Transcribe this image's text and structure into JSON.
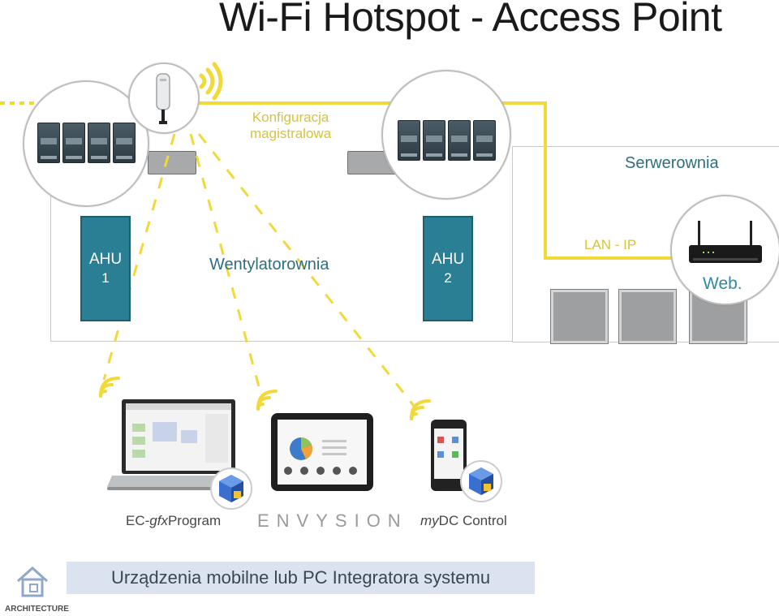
{
  "title": "Wi-Fi Hotspot - Access Point",
  "labels": {
    "bus_config_line1": "Konfiguracja",
    "bus_config_line2": "magistralowa",
    "server_room": "Serwerownia",
    "ventilation_room": "Wentylatorownia",
    "lan_ip": "LAN - IP",
    "web": "Web."
  },
  "ahu_units": [
    {
      "line1": "AHU",
      "line2": "1"
    },
    {
      "line1": "AHU",
      "line2": "2"
    }
  ],
  "devices": {
    "laptop_caption_prefix": "EC-",
    "laptop_caption_italic": "gfx",
    "laptop_caption_suffix": "Program",
    "tablet_caption": "ENVYSION",
    "phone_caption_italic": "my",
    "phone_caption_suffix": "DC Control"
  },
  "footer": {
    "band_text": "Urządzenia mobilne lub PC Integratora systemu",
    "logo_text": "ARCHITECTURE"
  },
  "colors": {
    "accent_yellow": "#f2d93a",
    "ahu_teal": "#2b7f95",
    "label_teal": "#2e6f7f"
  },
  "icons": [
    "wifi-icon",
    "access-point-icon",
    "router-icon",
    "house-logo-icon",
    "cube-app-icon"
  ]
}
